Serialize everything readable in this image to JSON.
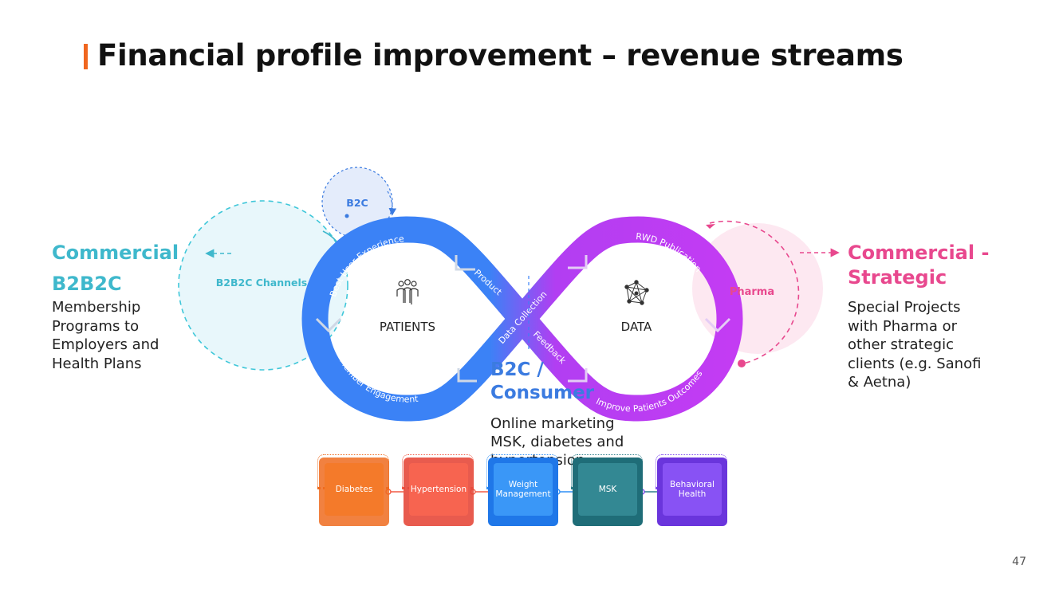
{
  "title": "Financial profile improvement – revenue streams",
  "page_number": "47",
  "colors": {
    "accent": "#f0661f",
    "b2b2c": "#3fb8cc",
    "b2c": "#3b7be0",
    "strategic": "#e8488e",
    "loop_blue": "#3b82f6",
    "loop_purple": "#c33cf3"
  },
  "left": {
    "heading_line1": "Commercial –",
    "heading_line2": "B2B2C",
    "body": [
      "Membership",
      "Programs to",
      "Employers and",
      "Health Plans"
    ]
  },
  "right": {
    "heading_line1": "Commercial -",
    "heading_line2": "Strategic",
    "body": [
      "Special Projects",
      "with Pharma or",
      "other strategic",
      "clients (e.g. Sanofi",
      "& Aetna)"
    ]
  },
  "center": {
    "heading_line1": "B2C /",
    "heading_line2": "Consumer",
    "body": [
      "Online marketing",
      "MSK, diabetes and",
      "hypertension"
    ]
  },
  "diagram": {
    "b2c_bubble": "B2C",
    "b2b2c_channels": "B2B2C Channels",
    "pharma": "Pharma",
    "patients": "PATIENTS",
    "data": "DATA",
    "loop_labels": {
      "best_user_experience": "Best User Experience",
      "member_engagement": "Member Engagement",
      "product": "Product",
      "data_collection": "Data Collection",
      "feedback": "Feedback",
      "rwd_publication": "RWD Publication",
      "improve_patients_outcomes": "Improve Patients Outcomes"
    },
    "icons": {
      "patients": "people-group-icon",
      "data": "network-graph-icon"
    }
  },
  "programs": [
    {
      "label": [
        "Diabetes"
      ],
      "color": "#ee6b1e",
      "frame": "#ee6b1e"
    },
    {
      "label": [
        "Hypertension"
      ],
      "color": "#f25a45",
      "frame": "#f25a45"
    },
    {
      "label": [
        "Weight",
        "Management"
      ],
      "color": "#2f8ff5",
      "frame": "#2f8ff5"
    },
    {
      "label": [
        "MSK"
      ],
      "color": "#2e7f8b",
      "frame": "#2e7f8b"
    },
    {
      "label": [
        "Behavioral",
        "Health"
      ],
      "color": "#7d47ee",
      "frame": "#7d47ee"
    }
  ]
}
